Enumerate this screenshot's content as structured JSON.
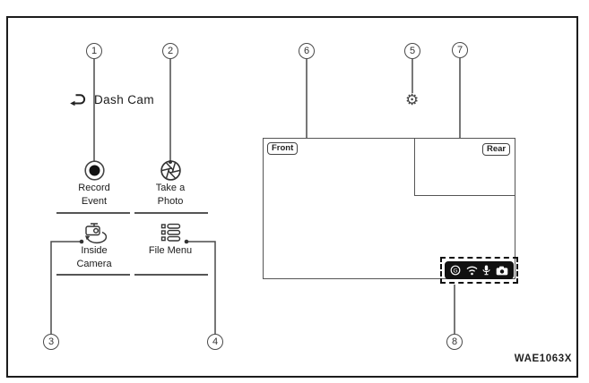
{
  "figure_code": "WAE1063X",
  "panel": {
    "title": "Dash Cam",
    "items": [
      {
        "line1": "Record",
        "line2": "Event"
      },
      {
        "line1": "Take a",
        "line2": "Photo"
      },
      {
        "line1": "Inside",
        "line2": "Camera"
      },
      {
        "line1": "File Menu",
        "line2": ""
      }
    ]
  },
  "screen": {
    "front_label": "Front",
    "rear_label": "Rear",
    "gps_letter": "G",
    "status_icons": [
      "gps-icon",
      "wifi-icon",
      "microphone-icon",
      "camera-icon"
    ],
    "settings_icon": "gear-icon"
  },
  "callouts": [
    "1",
    "2",
    "3",
    "4",
    "5",
    "6",
    "7",
    "8"
  ],
  "colors": {
    "line": "#4a4a4a",
    "ink": "#1a1a1a",
    "status_bar_bg": "#111111"
  }
}
